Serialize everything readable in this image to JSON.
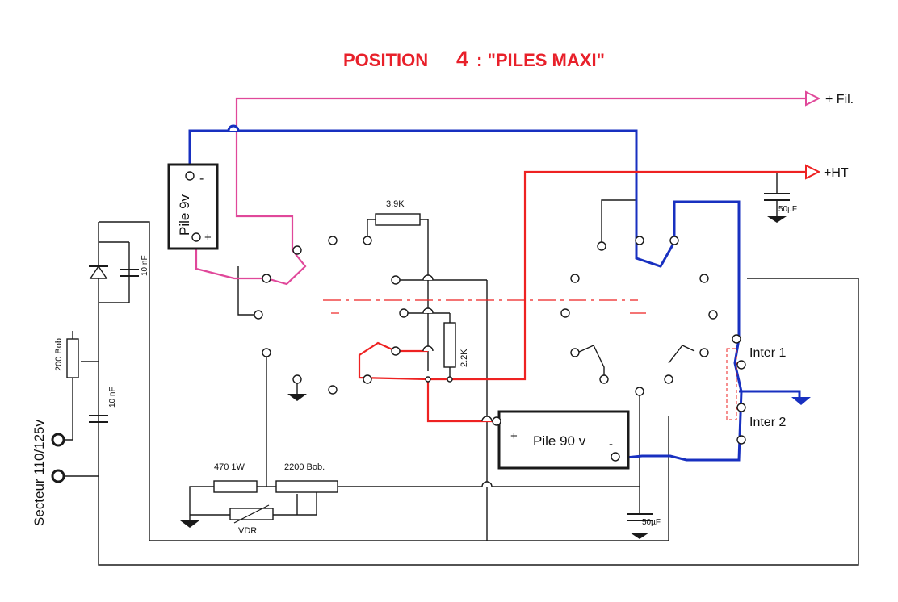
{
  "title": {
    "prefix": "POSITION",
    "number": "4",
    "suffix": ": \"PILES MAXI\""
  },
  "outputs": {
    "fil": "+ Fil.",
    "ht": "+HT"
  },
  "components": {
    "pile9": {
      "label": "Pile 9v",
      "minus": "-",
      "plus": "+"
    },
    "pile90": {
      "label": "Pile 90 v",
      "minus": "-",
      "plus": "+"
    },
    "r_3_9k": "3.9K",
    "r_2_2k": "2.2K",
    "r_470": "470 1W",
    "r_2200": "2200 Bob.",
    "vdr": "VDR",
    "r_200": "200 Bob.",
    "c_10nf_top": "10 nF",
    "c_10nf_mid": "10 nF",
    "c_50uf_top": "50µF",
    "c_50uf_bot": "50µF",
    "mains": "Secteur 110/125v",
    "inter1": "Inter 1",
    "inter2": "Inter 2"
  },
  "colors": {
    "title": "#e8202a",
    "filament_wire": "#e0489a",
    "ground_wire": "#1830c0",
    "ht_wire": "#ee2222",
    "chassis_wire": "#1a1a1a"
  }
}
